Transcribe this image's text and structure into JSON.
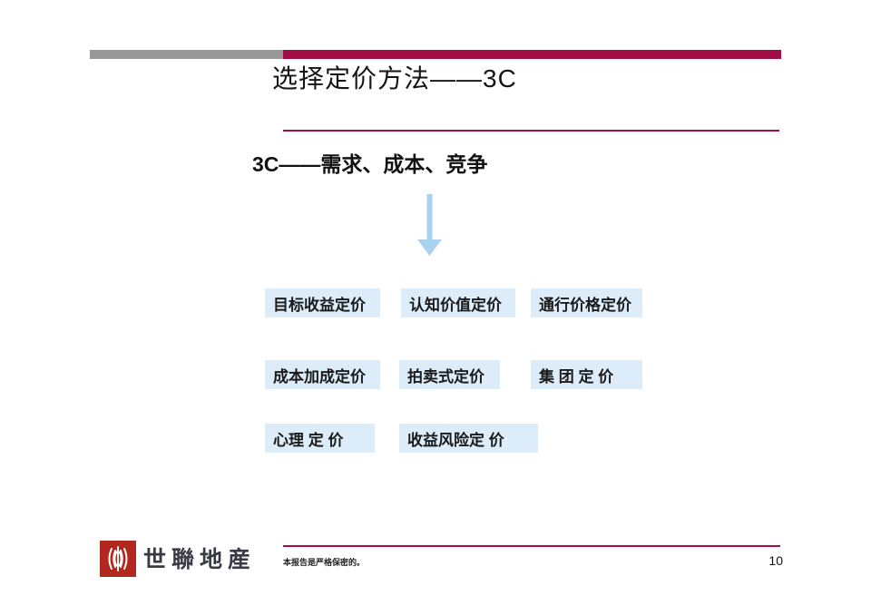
{
  "slide": {
    "header": {
      "title": "选择定价方法——3C"
    },
    "subtitle": "3C——需求、成本、竞争",
    "method_rows": {
      "row1": [
        "目标收益定价",
        "认知价值定价",
        "通行价格定价"
      ],
      "row2": [
        "成本加成定价",
        "拍卖式定价",
        "集 团 定 价"
      ],
      "row3": [
        "心理 定 价",
        "收益风险定 价"
      ]
    },
    "footer": {
      "logo_text": "世聯地産",
      "note": "本报告是严格保密的。",
      "page_number": "10"
    },
    "colors": {
      "accent_crimson": "#a30e47",
      "bar_gray": "#999999",
      "box_fill": "#dcecf8",
      "arrow_blue": "#a9d2ef",
      "logo_red": "#b3281e"
    },
    "icons": {
      "down_arrow": "down-arrow-icon",
      "logo": "worldunion-logo-icon"
    }
  }
}
